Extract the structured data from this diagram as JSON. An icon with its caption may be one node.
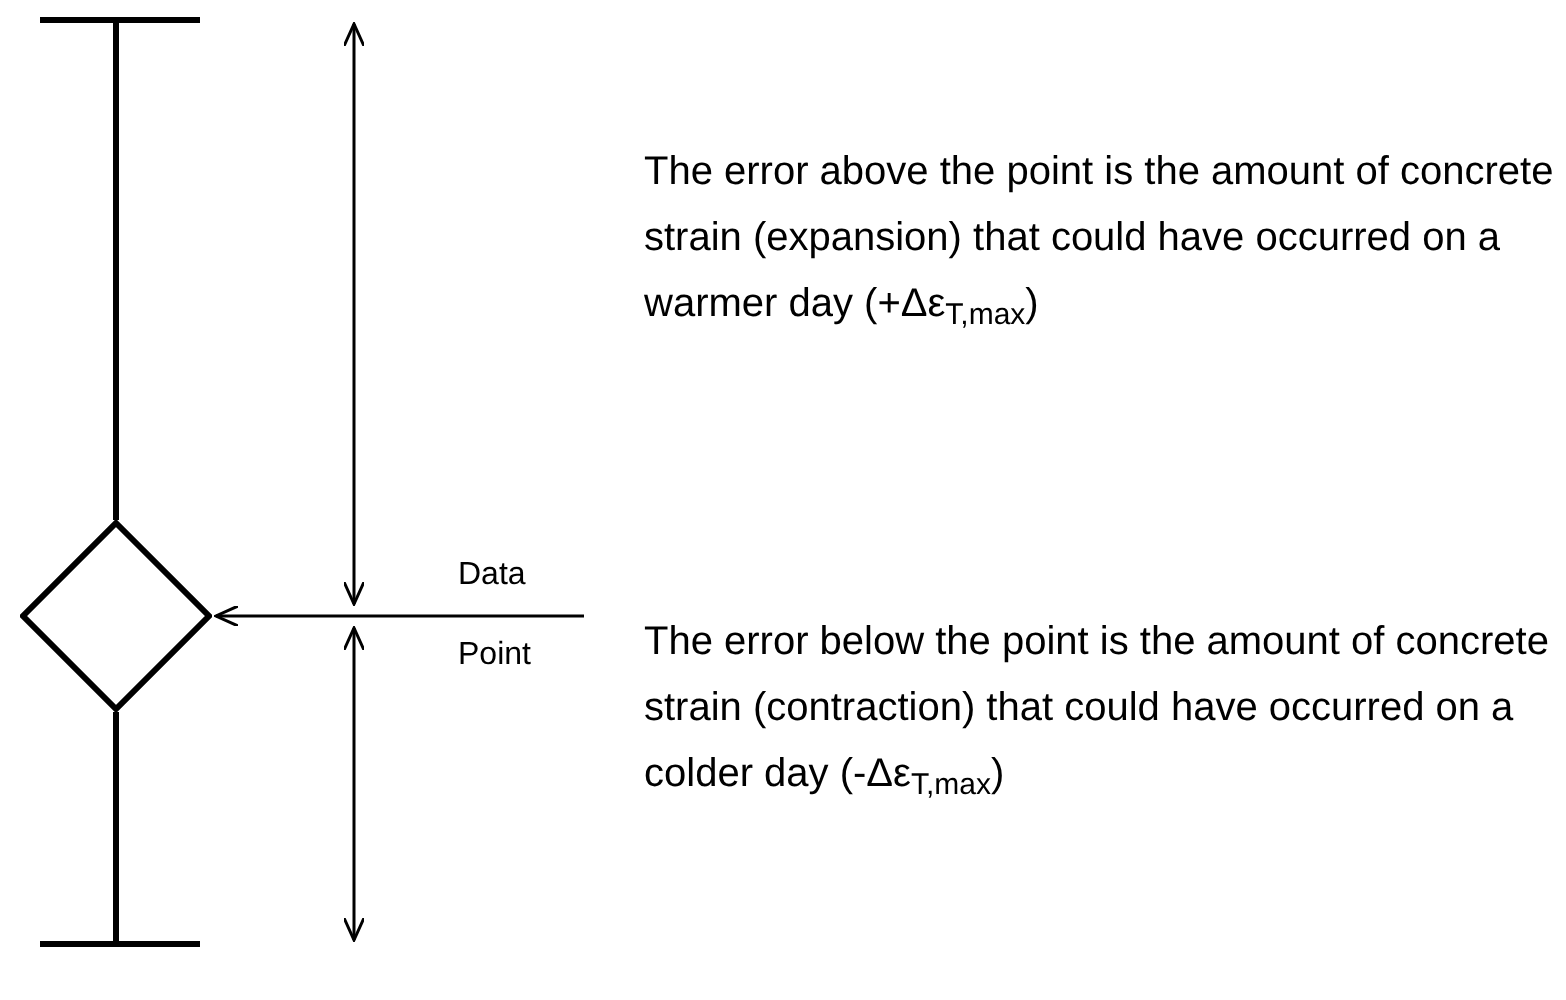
{
  "diagram": {
    "nodes": [
      {
        "text": [],
        "shape": "diamond"
      },
      {
        "text": [
          "Data Point"
        ]
      }
    ],
    "edges": [
      {
        "from": 1,
        "to": 0,
        "arrow": "to"
      }
    ],
    "labels": [
      "The error above the point is the amount of concrete strain (expansion) that could have occurred on a warmer day (+Δε$_{T,max}$)",
      "The error below the point is the amount of concrete strain (contraction) that could have occurred on a colder day (-Δε$_{T,max}$)"
    ]
  }
}
